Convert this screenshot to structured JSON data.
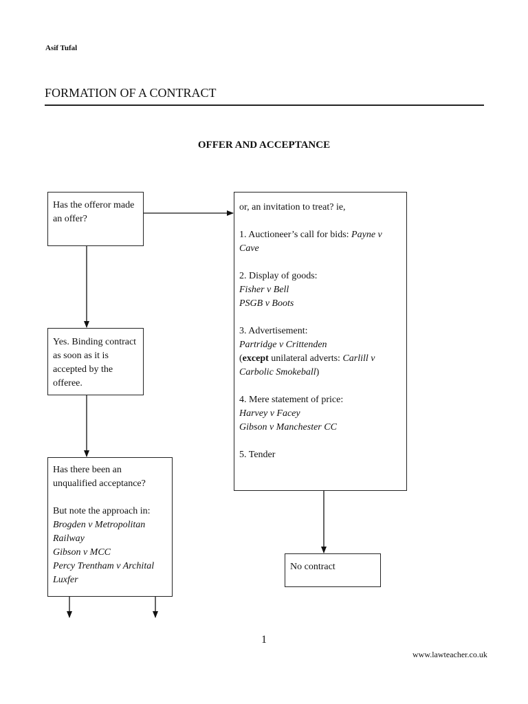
{
  "header": {
    "author": "Asif Tufal",
    "title": "FORMATION OF A CONTRACT",
    "subtitle": "OFFER AND ACCEPTANCE"
  },
  "boxes": {
    "offer": {
      "text": "Has the offeror made an offer?"
    },
    "invite": {
      "intro": "or, an invitation to treat? ie,",
      "item1_label": "1. Auctioneer’s call for bids: ",
      "item1_case": "Payne v Cave",
      "item2_label": "2. Display of goods:",
      "item2_case1": "Fisher v Bell",
      "item2_case2": "PSGB v Boots",
      "item3_label": "3. Advertisement:",
      "item3_case": "Partridge v Crittenden",
      "item3_paren_open": "(",
      "item3_except": "except",
      "item3_mid": " unilateral adverts: ",
      "item3_case2": "Carlill v Carbolic Smokeball",
      "item3_paren_close": ")",
      "item4_label": "4. Mere statement of price:",
      "item4_case1": "Harvey v Facey",
      "item4_case2": "Gibson v Manchester CC",
      "item5_label": "5. Tender"
    },
    "yes": {
      "text": "Yes.  Binding contract as soon as it is accepted by the offeree."
    },
    "accept": {
      "question": "Has there been an unqualified acceptance?",
      "note": "But note the approach in:",
      "case1": "Brogden v Metropolitan Railway",
      "case2": "Gibson v MCC",
      "case3": "Percy Trentham v Archital Luxfer"
    },
    "none": {
      "text": "No contract"
    }
  },
  "footer": {
    "page_number": "1",
    "website": "www.lawteacher.co.uk"
  }
}
